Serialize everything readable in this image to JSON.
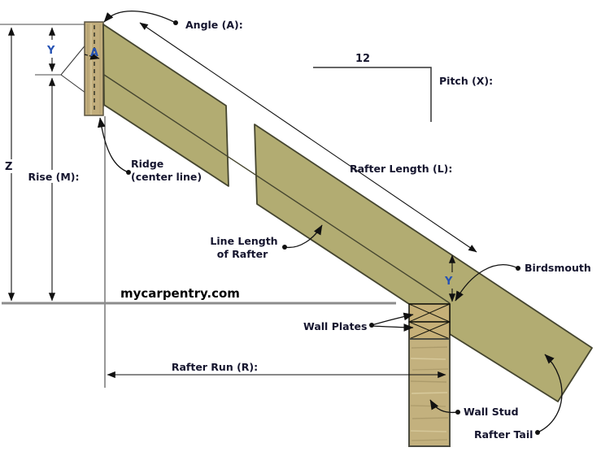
{
  "site": "mycarpentry.com",
  "labels": {
    "angle": "Angle (A):",
    "a_letter": "A",
    "y_top": "Y",
    "z_letter": "Z",
    "rise": "Rise (M):",
    "ridge_line1": "Ridge",
    "ridge_line2": "(center line)",
    "pitch_rise_value": "12",
    "pitch": "Pitch (X):",
    "rafter_length": "Rafter Length (L):",
    "line_length_line1": "Line Length",
    "line_length_line2": "of Rafter",
    "y_birdsmouth": "Y",
    "birdsmouth": "Birdsmouth",
    "wall_plates": "Wall Plates",
    "rafter_run": "Rafter Run (R):",
    "wall_stud": "Wall Stud",
    "rafter_tail": "Rafter Tail"
  },
  "colors": {
    "rafter": "#b2ac72",
    "ridge_board": "#c1ad7c",
    "plate": "#c6b078",
    "stud": "#c3b17e",
    "ground_line": "#8c8c8c",
    "label_text": "#15152e",
    "letter_blue": "#2653b4",
    "line_dark": "#111111"
  }
}
